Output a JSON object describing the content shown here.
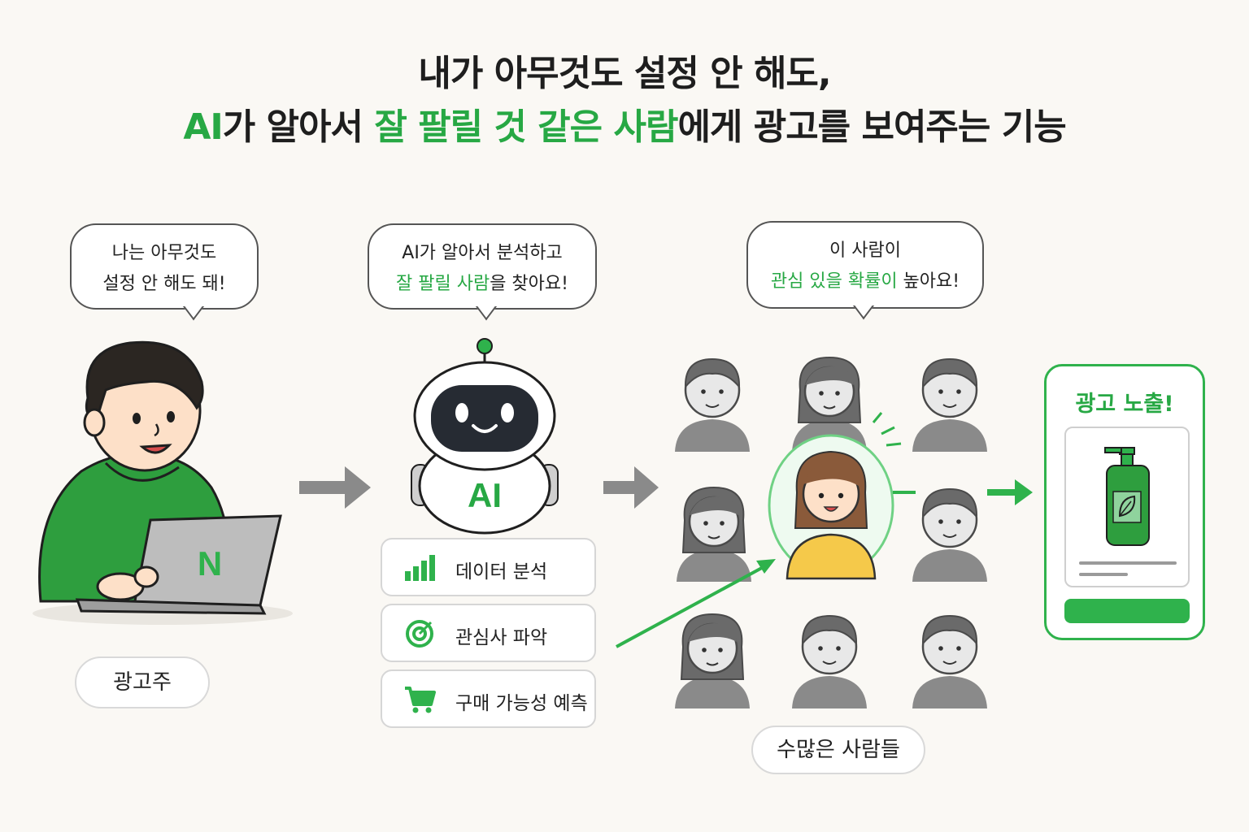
{
  "title": {
    "line1": "내가 아무것도 설정 안 해도,",
    "line2_part1": "AI",
    "line2_part2": "가 알아서 ",
    "line2_part3": "잘 팔릴 것 같은 사람",
    "line2_part4": "에게 광고를 보여주는 기능"
  },
  "advertiser": {
    "bubble_line1": "나는 아무것도",
    "bubble_line2": "설정 안 해도 돼!",
    "label": "광고주",
    "laptop_logo": "N"
  },
  "ai": {
    "bubble_line1": "AI가 알아서 분석하고",
    "bubble_line2_highlight": "잘 팔릴 사람",
    "bubble_line2_rest": "을 찾아요!",
    "robot_label": "AI",
    "features": [
      {
        "label": "데이터 분석",
        "icon": "bar-chart-icon"
      },
      {
        "label": "관심사 파악",
        "icon": "target-icon"
      },
      {
        "label": "구매 가능성 예측",
        "icon": "cart-icon"
      }
    ]
  },
  "people": {
    "bubble_line1": "이 사람이",
    "bubble_line2_highlight": "관심 있을 확률이",
    "bubble_line2_rest": " 높아요!",
    "label": "수많은 사람들"
  },
  "ad": {
    "title": "광고 노출!"
  },
  "colors": {
    "accent": "#2fb24c",
    "text": "#222222",
    "person_gray": "#8a8a8a",
    "shirt_yellow": "#f5c94a",
    "background": "#faf8f4"
  }
}
